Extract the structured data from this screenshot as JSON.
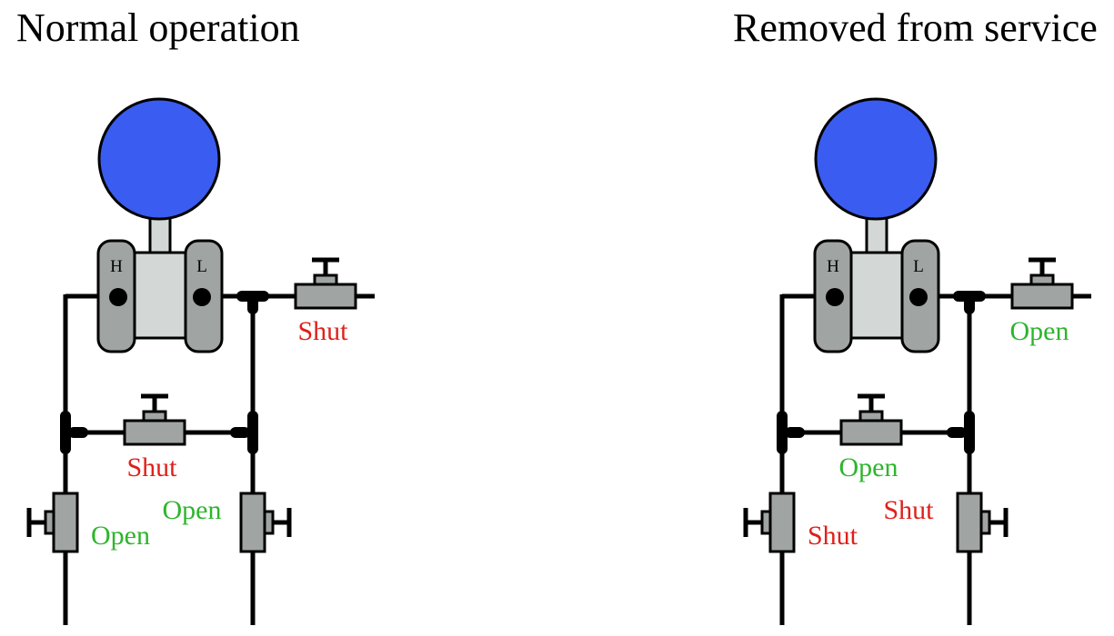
{
  "colors": {
    "gauge": "#3a5cf0",
    "body": "#a0a4a3",
    "body_light": "#d3d8d7",
    "pipe": "#000000",
    "open": "#2db52d",
    "shut": "#e0201a"
  },
  "diagrams": [
    {
      "title": "Normal operation",
      "ports": {
        "high": "H",
        "low": "L"
      },
      "valves": {
        "vent": {
          "label": "Shut",
          "state": "shut"
        },
        "equalizing": {
          "label": "Shut",
          "state": "shut"
        },
        "high_block": {
          "label": "Open",
          "state": "open"
        },
        "low_block": {
          "label": "Open",
          "state": "open"
        }
      }
    },
    {
      "title": "Removed from service",
      "ports": {
        "high": "H",
        "low": "L"
      },
      "valves": {
        "vent": {
          "label": "Open",
          "state": "open"
        },
        "equalizing": {
          "label": "Open",
          "state": "open"
        },
        "high_block": {
          "label": "Shut",
          "state": "shut"
        },
        "low_block": {
          "label": "Shut",
          "state": "shut"
        }
      }
    }
  ]
}
